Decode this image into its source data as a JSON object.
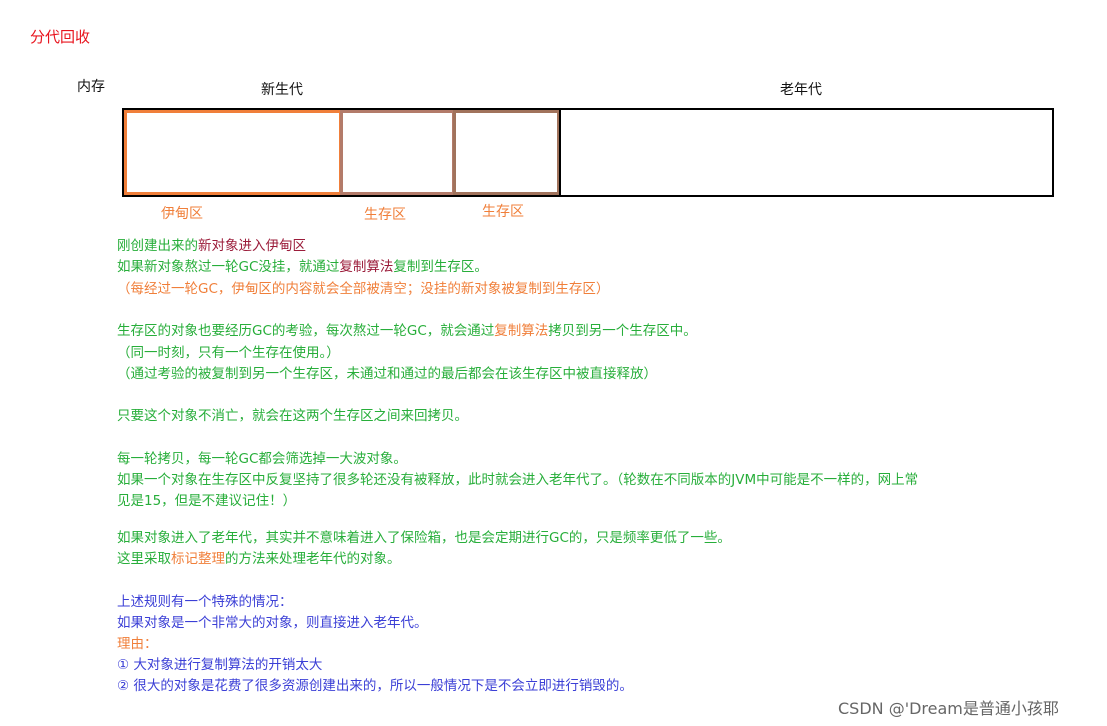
{
  "title": "分代回收",
  "memory_label": "内存",
  "young_gen_label": "新生代",
  "old_gen_label": "老年代",
  "regions": {
    "eden": "伊甸区",
    "survivor1": "生存区",
    "survivor2": "生存区"
  },
  "notes": {
    "l1_a": "刚创建出来的",
    "l1_b": "新对象进入伊甸区",
    "l2_a": "如果新对象熬过一轮GC没挂，就通过",
    "l2_b": "复制算法",
    "l2_c": "复制到生存区。",
    "l3": "（每经过一轮GC，伊甸区的内容就会全部被清空；没挂的新对象被复制到生存区）",
    "l4_a": "生存区的对象也要经历GC的考验，每次熬过一轮GC，就会通过",
    "l4_b": "复制算法",
    "l4_c": "拷贝到另一个生存区中。",
    "l5": "（同一时刻，只有一个生存在使用。）",
    "l6": "（通过考验的被复制到另一个生存区，未通过和通过的最后都会在该生存区中被直接释放）",
    "l7": "只要这个对象不消亡，就会在这两个生存区之间来回拷贝。",
    "l8": "每一轮拷贝，每一轮GC都会筛选掉一大波对象。",
    "l9": "如果一个对象在生存区中反复坚持了很多轮还没有被释放，此时就会进入老年代了。（轮数在不同版本的JVM中可能是不一样的，网上常",
    "l10": "见是15，但是不建议记住！）",
    "l11": "如果对象进入了老年代，其实并不意味着进入了保险箱，也是会定期进行GC的，只是频率更低了一些。",
    "l12_a": "这里采取",
    "l12_b": "标记整理",
    "l12_c": "的方法来处理老年代的对象。",
    "l13": "上述规则有一个特殊的情况：",
    "l14": "如果对象是一个非常大的对象，则直接进入老年代。",
    "l15": "理由：",
    "l16": "① 大对象进行复制算法的开销太大",
    "l17": "② 很大的对象是花费了很多资源创建出来的，所以一般情况下是不会立即进行销毁的。"
  },
  "watermark": "CSDN @'Dream是普通小孩耶"
}
